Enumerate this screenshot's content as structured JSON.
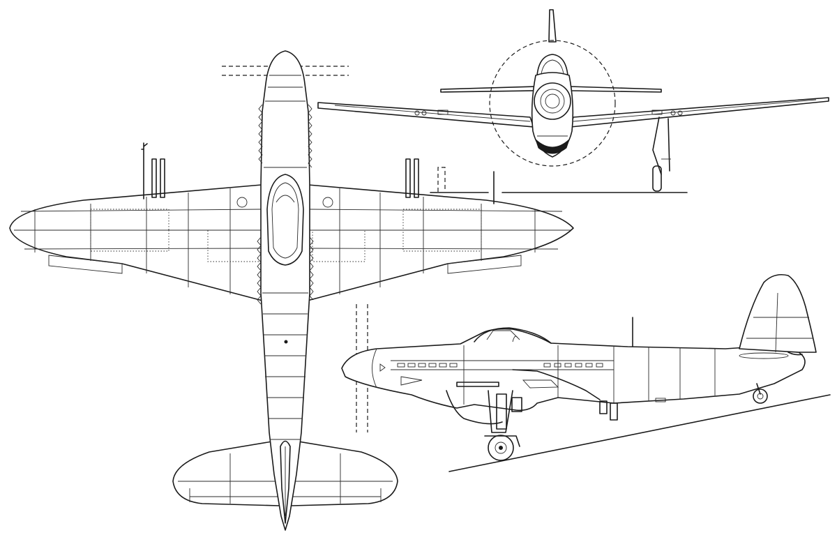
{
  "colors": {
    "ink": "#1a1a1a",
    "paper": "#ffffff"
  },
  "views": [
    "plan-view",
    "front-view",
    "side-view"
  ]
}
